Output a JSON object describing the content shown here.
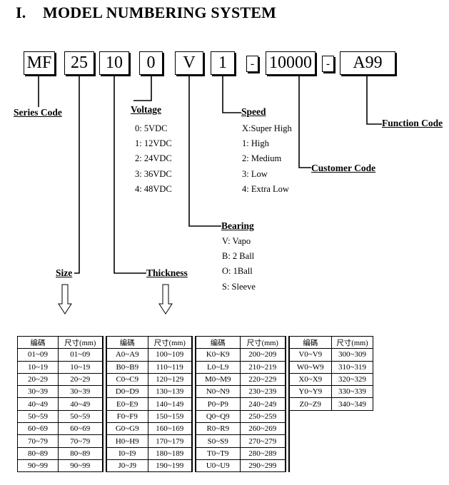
{
  "title": {
    "number": "I.",
    "text": "MODEL NUMBERING SYSTEM"
  },
  "model_parts": [
    "MF",
    "25",
    "10",
    "0",
    "V",
    "1",
    "-",
    "10000",
    "-",
    "A99"
  ],
  "labels": {
    "series": "Series Code",
    "size": "Size",
    "thickness": "Thickness",
    "voltage": "Voltage",
    "bearing": "Bearing",
    "speed": "Speed",
    "customer": "Customer Code",
    "function": "Function Code"
  },
  "voltage_options": [
    "0: 5VDC",
    "1: 12VDC",
    "2: 24VDC",
    "3: 36VDC",
    "4: 48VDC"
  ],
  "bearing_options": [
    "V: Vapo",
    "B: 2 Ball",
    "O: 1Ball",
    "S: Sleeve"
  ],
  "speed_options": [
    "X:Super High",
    "1: High",
    "2: Medium",
    "3: Low",
    "4: Extra Low"
  ],
  "table": {
    "header_code": "编碼",
    "header_size": "尺寸(mm)",
    "groups": [
      {
        "rows": [
          [
            "01~09",
            "01~09"
          ],
          [
            "10~19",
            "10~19"
          ],
          [
            "20~29",
            "20~29"
          ],
          [
            "30~39",
            "30~39"
          ],
          [
            "40~49",
            "40~49"
          ],
          [
            "50~59",
            "50~59"
          ],
          [
            "60~69",
            "60~69"
          ],
          [
            "70~79",
            "70~79"
          ],
          [
            "80~89",
            "80~89"
          ],
          [
            "90~99",
            "90~99"
          ]
        ]
      },
      {
        "rows": [
          [
            "A0~A9",
            "100~109"
          ],
          [
            "B0~B9",
            "110~119"
          ],
          [
            "C0~C9",
            "120~129"
          ],
          [
            "D0~D9",
            "130~139"
          ],
          [
            "E0~E9",
            "140~149"
          ],
          [
            "F0~F9",
            "150~159"
          ],
          [
            "G0~G9",
            "160~169"
          ],
          [
            "H0~H9",
            "170~179"
          ],
          [
            "I0~I9",
            "180~189"
          ],
          [
            "J0~J9",
            "190~199"
          ]
        ]
      },
      {
        "rows": [
          [
            "K0~K9",
            "200~209"
          ],
          [
            "L0~L9",
            "210~219"
          ],
          [
            "M0~M9",
            "220~229"
          ],
          [
            "N0~N9",
            "230~239"
          ],
          [
            "P0~P9",
            "240~249"
          ],
          [
            "Q0~Q9",
            "250~259"
          ],
          [
            "R0~R9",
            "260~269"
          ],
          [
            "S0~S9",
            "270~279"
          ],
          [
            "T0~T9",
            "280~289"
          ],
          [
            "U0~U9",
            "290~299"
          ]
        ]
      },
      {
        "rows": [
          [
            "V0~V9",
            "300~309"
          ],
          [
            "W0~W9",
            "310~319"
          ],
          [
            "X0~X9",
            "320~329"
          ],
          [
            "Y0~Y9",
            "330~339"
          ],
          [
            "Z0~Z9",
            "340~349"
          ]
        ]
      }
    ]
  }
}
